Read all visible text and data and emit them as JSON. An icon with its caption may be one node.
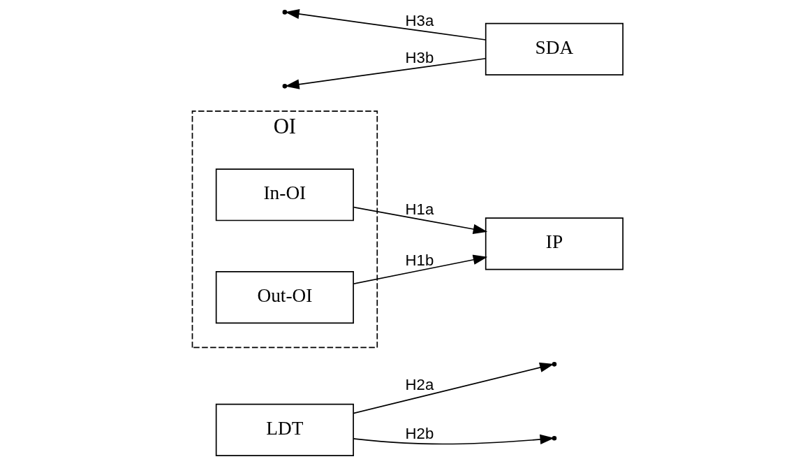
{
  "diagram": {
    "nodes": [
      {
        "text": [
          "LDT"
        ]
      },
      {
        "text": [
          "OI"
        ]
      },
      {
        "text": [
          "In-OI"
        ],
        "in": 1
      },
      {
        "text": [
          "Out-OI"
        ],
        "in": 1
      },
      {
        "text": [
          "IP"
        ]
      },
      {
        "text": [
          "SDA"
        ]
      }
    ],
    "edges": [
      {
        "from": 2,
        "to": 4,
        "arrow": "to",
        "label": "H1a"
      },
      {
        "from": 3,
        "to": 4,
        "arrow": "to",
        "label": "H1b"
      },
      {
        "from": 0,
        "to": null,
        "arrow": "to",
        "label": "H2a"
      },
      {
        "from": 0,
        "to": null,
        "arrow": "to",
        "label": "H2b"
      },
      {
        "from": 5,
        "to": null,
        "arrow": "to",
        "label": "H3a"
      },
      {
        "from": 5,
        "to": null,
        "arrow": "to",
        "label": "H3b"
      }
    ]
  }
}
